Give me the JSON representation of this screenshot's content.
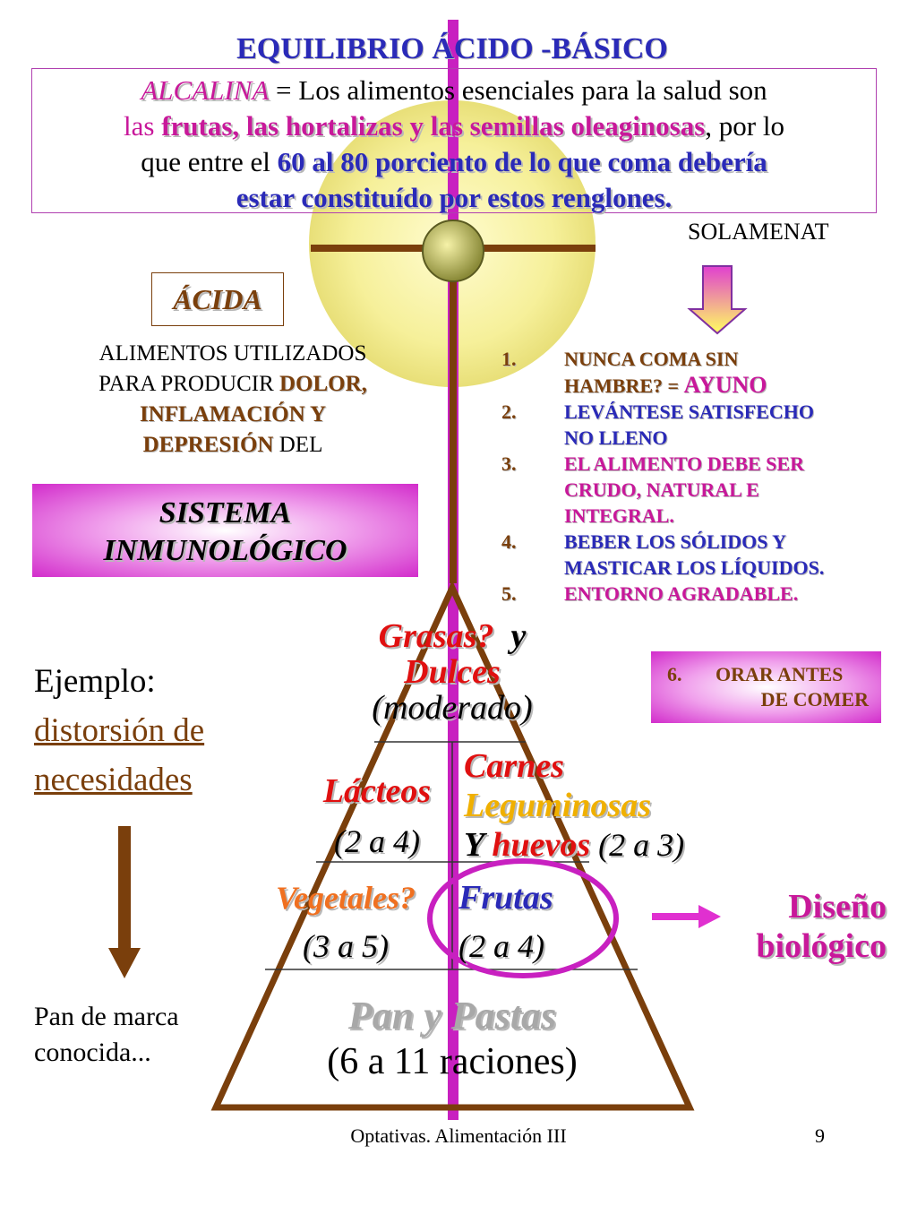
{
  "title": "EQUILIBRIO ÁCIDO -BÁSICO",
  "definition": {
    "term": "ALCALINA",
    "eq": " = Los alimentos esenciales para la salud son",
    "las": "las",
    "foods": "frutas, las hortalizas y las semillas oleaginosas",
    "por_lo": ", por lo",
    "que_entre": "que entre el ",
    "percent_line1": "60 al 80 porciento de lo que coma debería",
    "percent_line2": "estar constituído por estos renglones."
  },
  "acida": {
    "label": "ÁCIDA",
    "text_1": "ALIMENTOS UTILIZADOS",
    "text_2": "PARA PRODUCIR ",
    "highlight_1": "DOLOR,",
    "highlight_2": "INFLAMACIÓN Y",
    "highlight_3": "DEPRESIÓN",
    "text_3": " DEL",
    "sistema_1": "SISTEMA",
    "sistema_2": "INMUNOLÓGICO"
  },
  "solamenat": "SOLAMENAT",
  "rules": [
    {
      "num": "1.",
      "line1": "NUNCA COMA SIN",
      "line2a": "HAMBRE?  =  ",
      "line2b": "AYUNO"
    },
    {
      "num": "2.",
      "line1": "LEVÁNTESE  SATISFECHO",
      "line2": "NO LLENO"
    },
    {
      "num": "3.",
      "line1": "EL ALIMENTO  DEBE SER",
      "line2": "CRUDO, NATURAL E",
      "line3": "INTEGRAL."
    },
    {
      "num": "4.",
      "line1": "BEBER LOS SÓLIDOS Y",
      "line2": "MASTICAR LOS LÍQUIDOS."
    },
    {
      "num": "5.",
      "line1": "ENTORNO AGRADABLE."
    }
  ],
  "orar": {
    "num": "6.",
    "line1": "ORAR ANTES",
    "line2": "DE COMER"
  },
  "ejemplo": {
    "label": "Ejemplo:",
    "line1": "distorsión de",
    "line2": "necesidades"
  },
  "pan_marca": {
    "line1": "Pan de  marca",
    "line2": "conocida..."
  },
  "diseno": {
    "line1": "Diseño",
    "line2": "biológico"
  },
  "pyramid": {
    "top": {
      "grasas": "Grasas?",
      "y": "y",
      "dulces": "Dulces",
      "moderado": "(moderado)"
    },
    "lacteos": {
      "name": "Lácteos",
      "portion": "(2 a 4)"
    },
    "carnes": {
      "carnes": "Carnes",
      "leguminosas": "Leguminosas",
      "y": "Y ",
      "huevos": "huevos",
      "portion": " (2 a 3)"
    },
    "vegetales": {
      "name": "Vegetales?",
      "portion": "(3 a 5)"
    },
    "frutas": {
      "name": "Frutas",
      "portion": "(2 a 4)"
    },
    "pan": {
      "name": "Pan y Pastas",
      "portion": "(6 a 11 raciones)"
    }
  },
  "footer": "Optativas. Alimentación III",
  "page_number": "9",
  "colors": {
    "magenta": "#c8189a",
    "blue": "#2a2ab8",
    "brown": "#7a3f0c",
    "red": "#e01010",
    "gold": "#f0b000",
    "orange": "#f07020"
  }
}
